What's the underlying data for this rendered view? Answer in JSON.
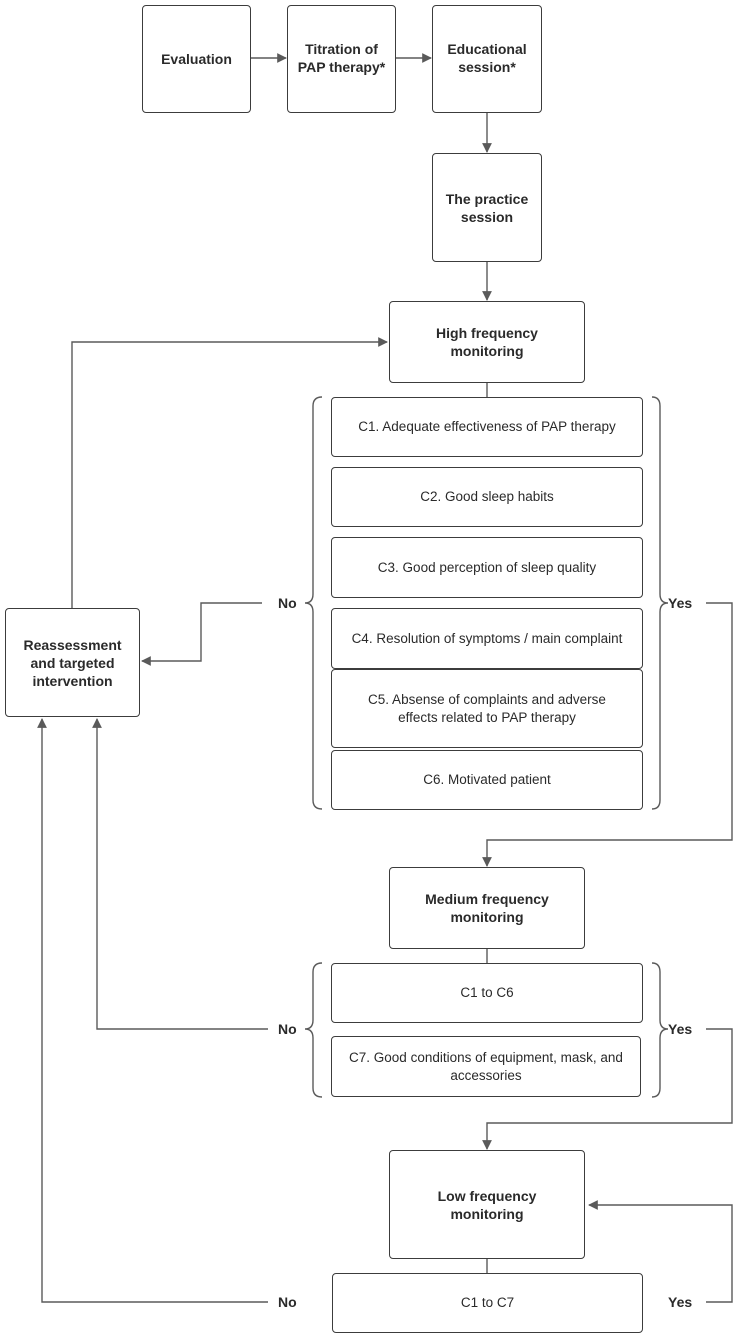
{
  "steps": {
    "evaluation": "Evaluation",
    "titration": "Titration of PAP therapy*",
    "educational": "Educational session*",
    "practice": "The practice session",
    "high": "High frequency monitoring",
    "medium": "Medium frequency monitoring",
    "low": "Low frequency monitoring",
    "reassessment": "Reassessment and targeted intervention"
  },
  "criteria": {
    "c1": "C1. Adequate effectiveness of PAP therapy",
    "c2": "C2. Good sleep habits",
    "c3": "C3. Good perception of sleep quality",
    "c4": "C4. Resolution of symptoms / main complaint",
    "c5": "C5. Absense of complaints and adverse effects related to PAP therapy",
    "c6": "C6. Motivated patient",
    "c1_to_c6": "C1 to C6",
    "c7": "C7. Good conditions of equipment, mask, and accessories",
    "c1_to_c7": "C1 to C7"
  },
  "labels": {
    "no": "No",
    "yes": "Yes"
  },
  "colors": {
    "line": "#5a5a5a",
    "border": "#3c3c3c",
    "text": "#2a2a2a"
  }
}
